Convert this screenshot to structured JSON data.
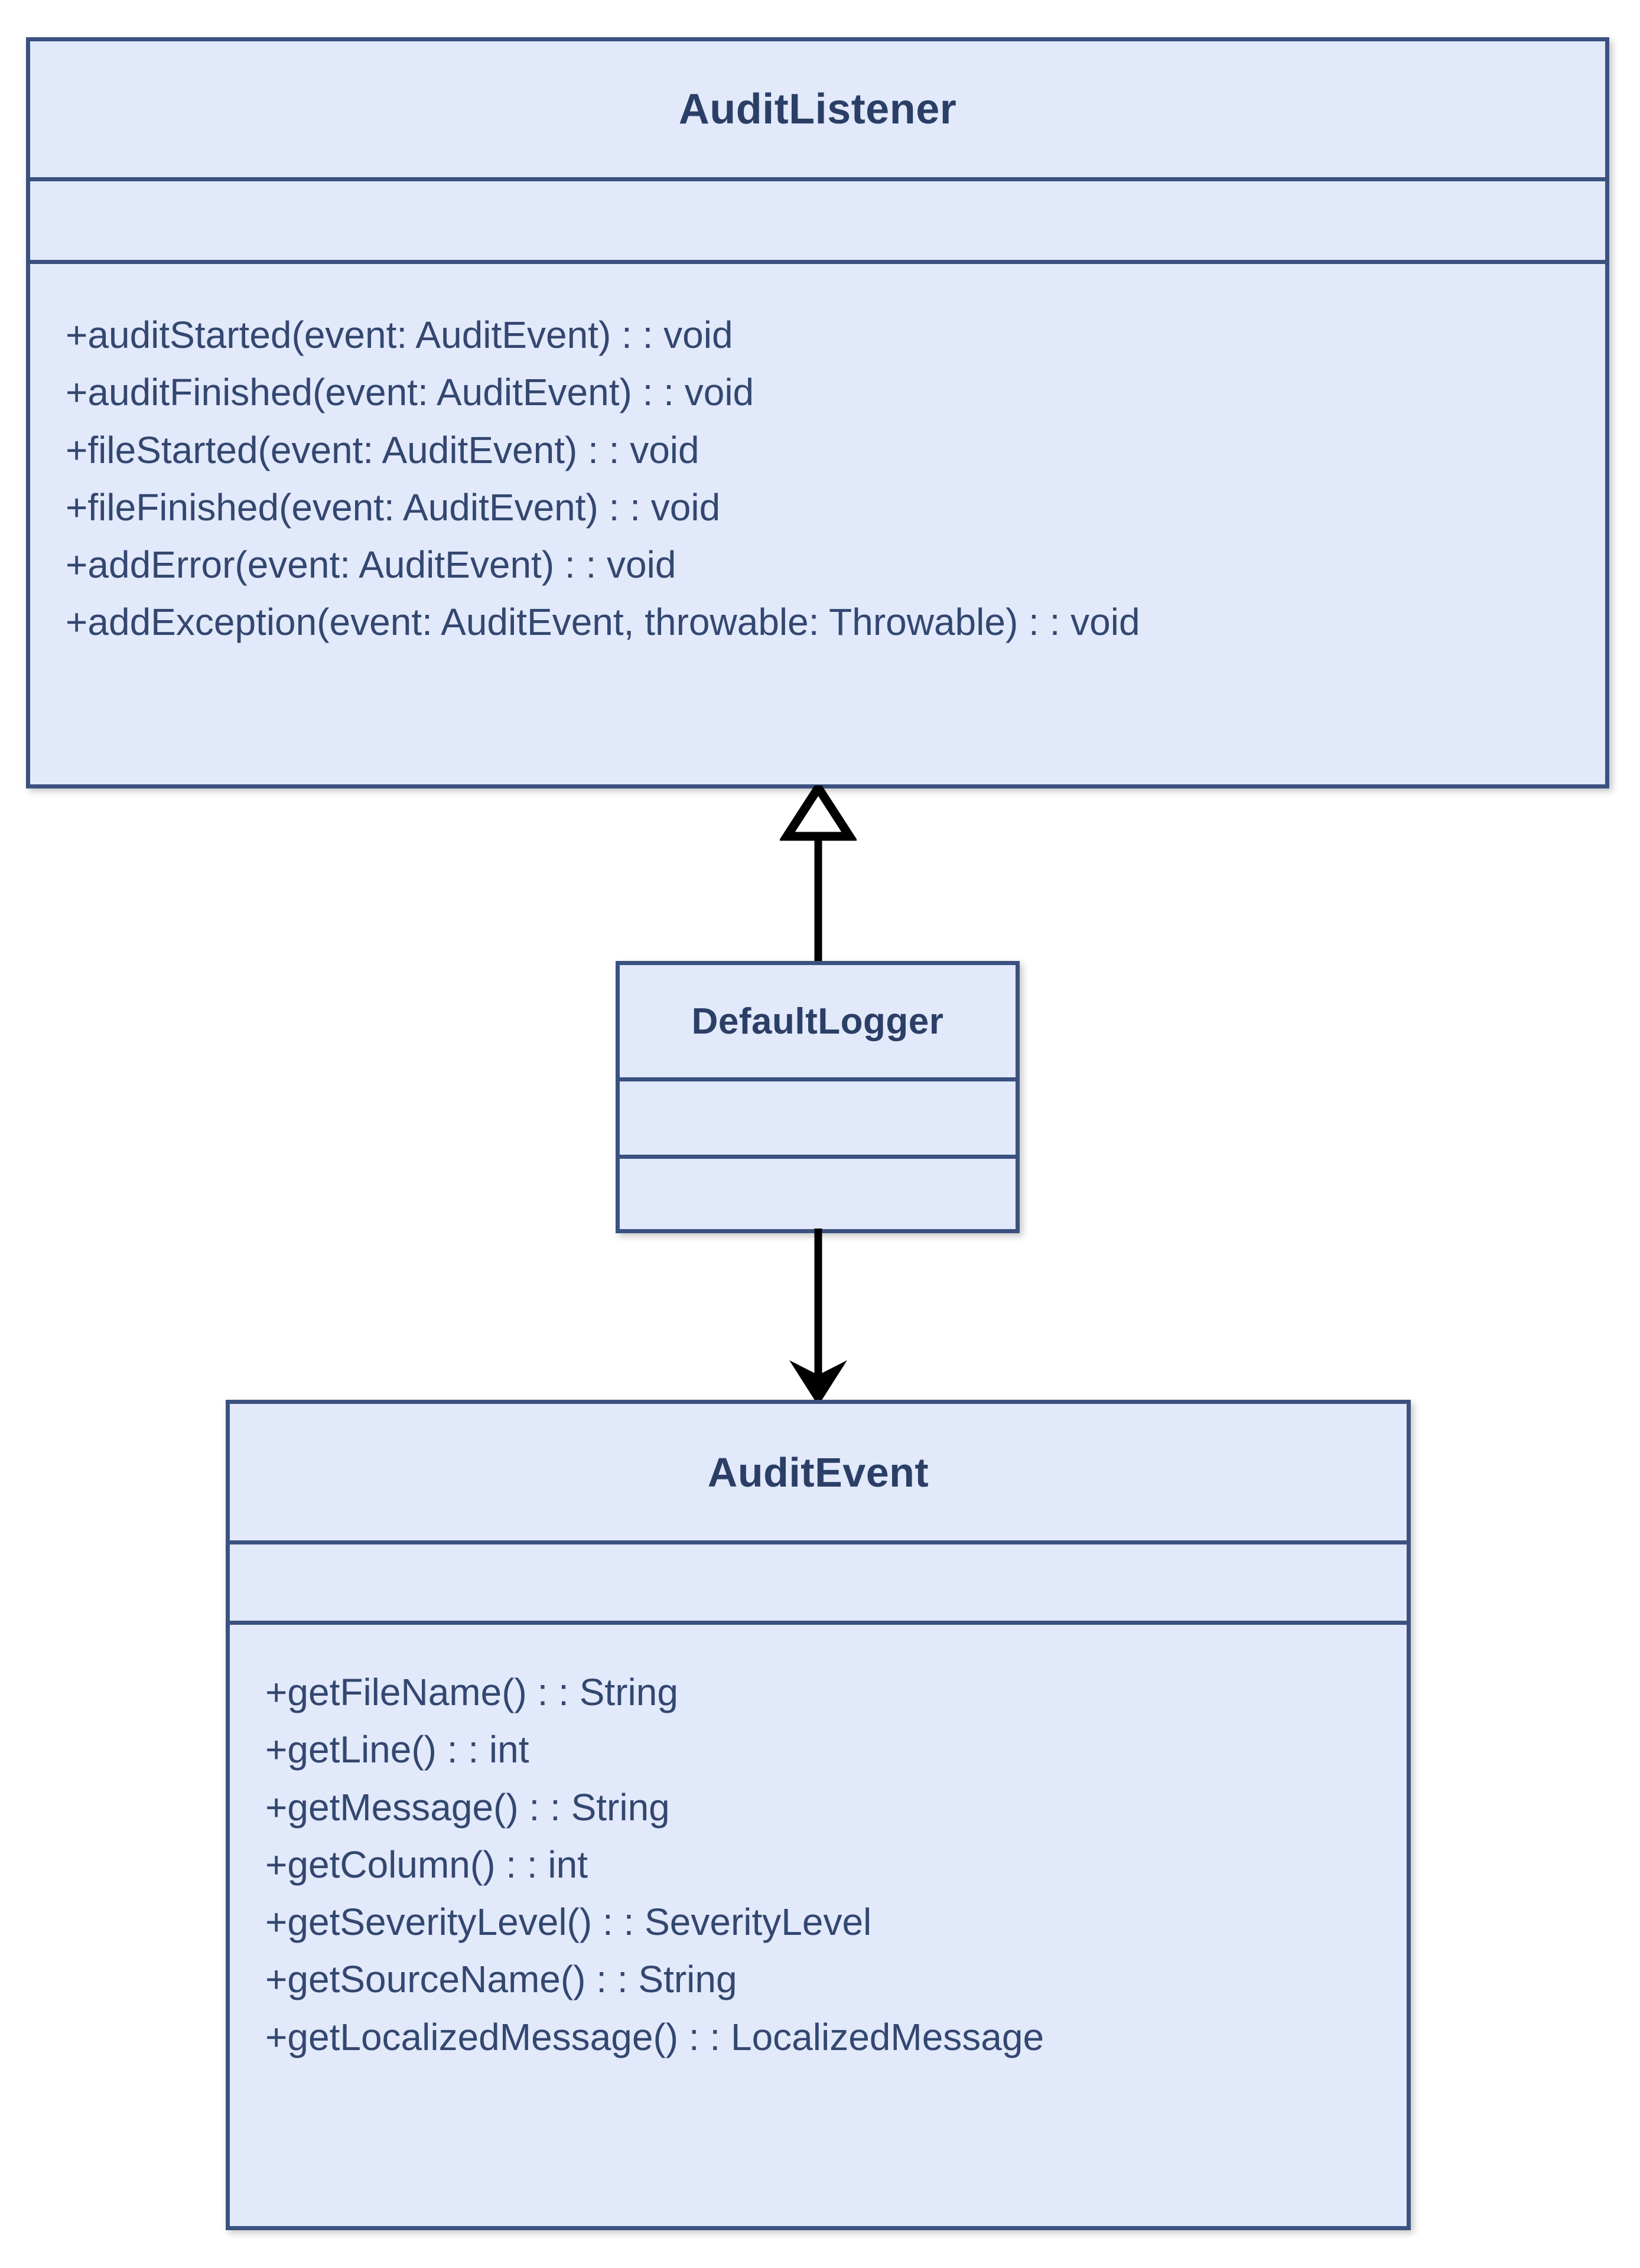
{
  "diagram": {
    "kind": "uml-class-diagram",
    "background_color": "#ffffff",
    "class_fill_color": "#e1e9fb",
    "class_border_color": "#3b5280",
    "text_color": "#33476f",
    "title_color": "#2b3f66",
    "connector_color": "#000000"
  },
  "classes": [
    {
      "id": "auditlistener",
      "name": "AuditListener",
      "attributes": [],
      "methods": [
        "+auditStarted(event: AuditEvent) : : void",
        "+auditFinished(event: AuditEvent) : : void",
        "+fileStarted(event: AuditEvent) : : void",
        "+fileFinished(event: AuditEvent) : : void",
        "+addError(event: AuditEvent) : : void",
        "+addException(event: AuditEvent, throwable: Throwable) : : void"
      ]
    },
    {
      "id": "defaultlogger",
      "name": "DefaultLogger",
      "attributes": [],
      "methods": []
    },
    {
      "id": "auditevent",
      "name": "AuditEvent",
      "attributes": [],
      "methods": [
        "+getFileName() : : String",
        "+getLine() : : int",
        "+getMessage() : : String",
        "+getColumn() : : int",
        "+getSeverityLevel() : : SeverityLevel",
        "+getSourceName() : : String",
        "+getLocalizedMessage() : : LocalizedMessage"
      ]
    }
  ],
  "relationships": [
    {
      "id": "generalization",
      "from": "DefaultLogger",
      "to": "AuditListener",
      "arrow": "hollow-triangle",
      "direction": "up"
    },
    {
      "id": "dependency",
      "from": "DefaultLogger",
      "to": "AuditEvent",
      "arrow": "filled-arrow",
      "direction": "down"
    }
  ]
}
